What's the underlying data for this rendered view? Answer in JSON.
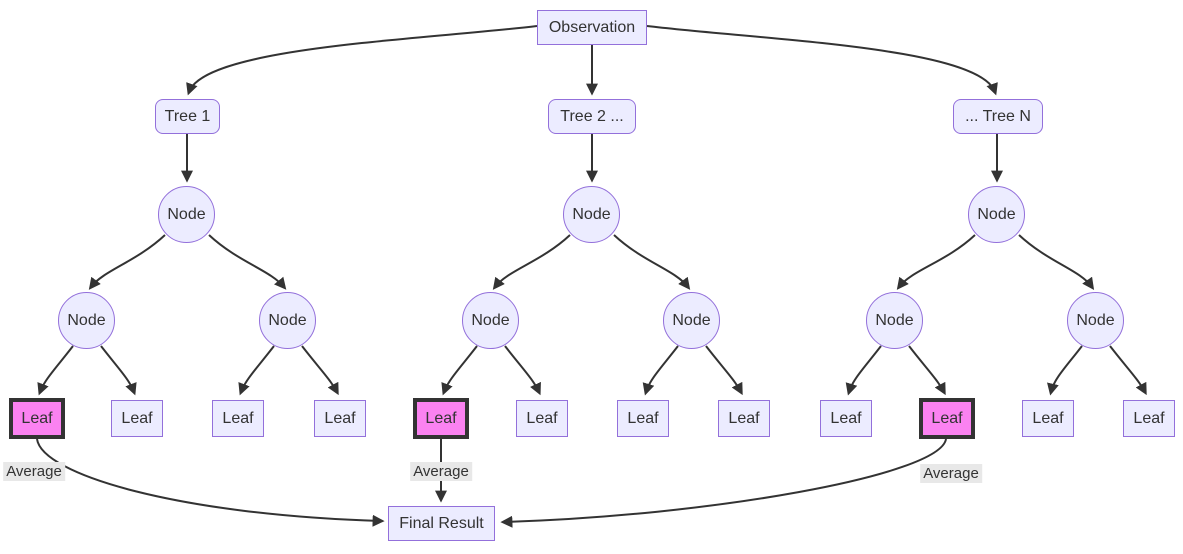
{
  "diagram": {
    "type": "flowchart-random-forest",
    "root_label": "Observation",
    "final_label": "Final Result",
    "average_label": "Average",
    "trees": [
      {
        "label": "Tree 1",
        "highlighted_leaf_index": 0
      },
      {
        "label": "Tree 2 ...",
        "highlighted_leaf_index": 0
      },
      {
        "label": "... Tree N",
        "highlighted_leaf_index": 1
      }
    ],
    "node_label": "Node",
    "leaf_label": "Leaf",
    "leaves_per_tree": 4,
    "nodes_per_tree": 3
  },
  "labels": {
    "observation": "Observation",
    "node": "Node",
    "leaf": "Leaf",
    "average": "Average",
    "final_result": "Final Result"
  },
  "colors": {
    "node_fill": "#ECECFF",
    "node_border": "#9370DB",
    "highlight_fill": "#fb82f1",
    "highlight_border": "#333333",
    "edge": "#333333",
    "label_bg": "#e8e8e8",
    "text": "#333333",
    "bg": "#ffffff"
  }
}
